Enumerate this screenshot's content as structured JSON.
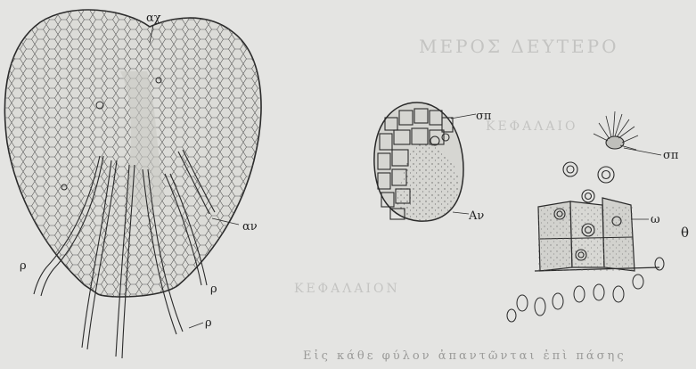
{
  "bleed_through": {
    "heading": "ΜΕΡΟΣ ΔΕΥΤΕΡΟ",
    "subheading": "ΚΕΦΑΛΑΙΟ",
    "chapter": "ΚΕΦΑΛΑΙΟΝ",
    "bottom_line": "Εἰς κάθε φύλον ἀπαντῶνται ἐπὶ πάσης"
  },
  "figure_left": {
    "labels": {
      "top": "αχ",
      "mid_right": "αν",
      "left": "ρ",
      "right": "ρ",
      "bottom": "ρ"
    }
  },
  "figure_middle": {
    "labels": {
      "top_right": "σπ",
      "bottom_right": "Αν"
    }
  },
  "figure_right": {
    "labels": {
      "top_right": "σπ",
      "mid_right": "ω",
      "far_right": "θ"
    }
  },
  "colors": {
    "paper": "#e4e4e2",
    "ink": "#2a2a2a"
  }
}
